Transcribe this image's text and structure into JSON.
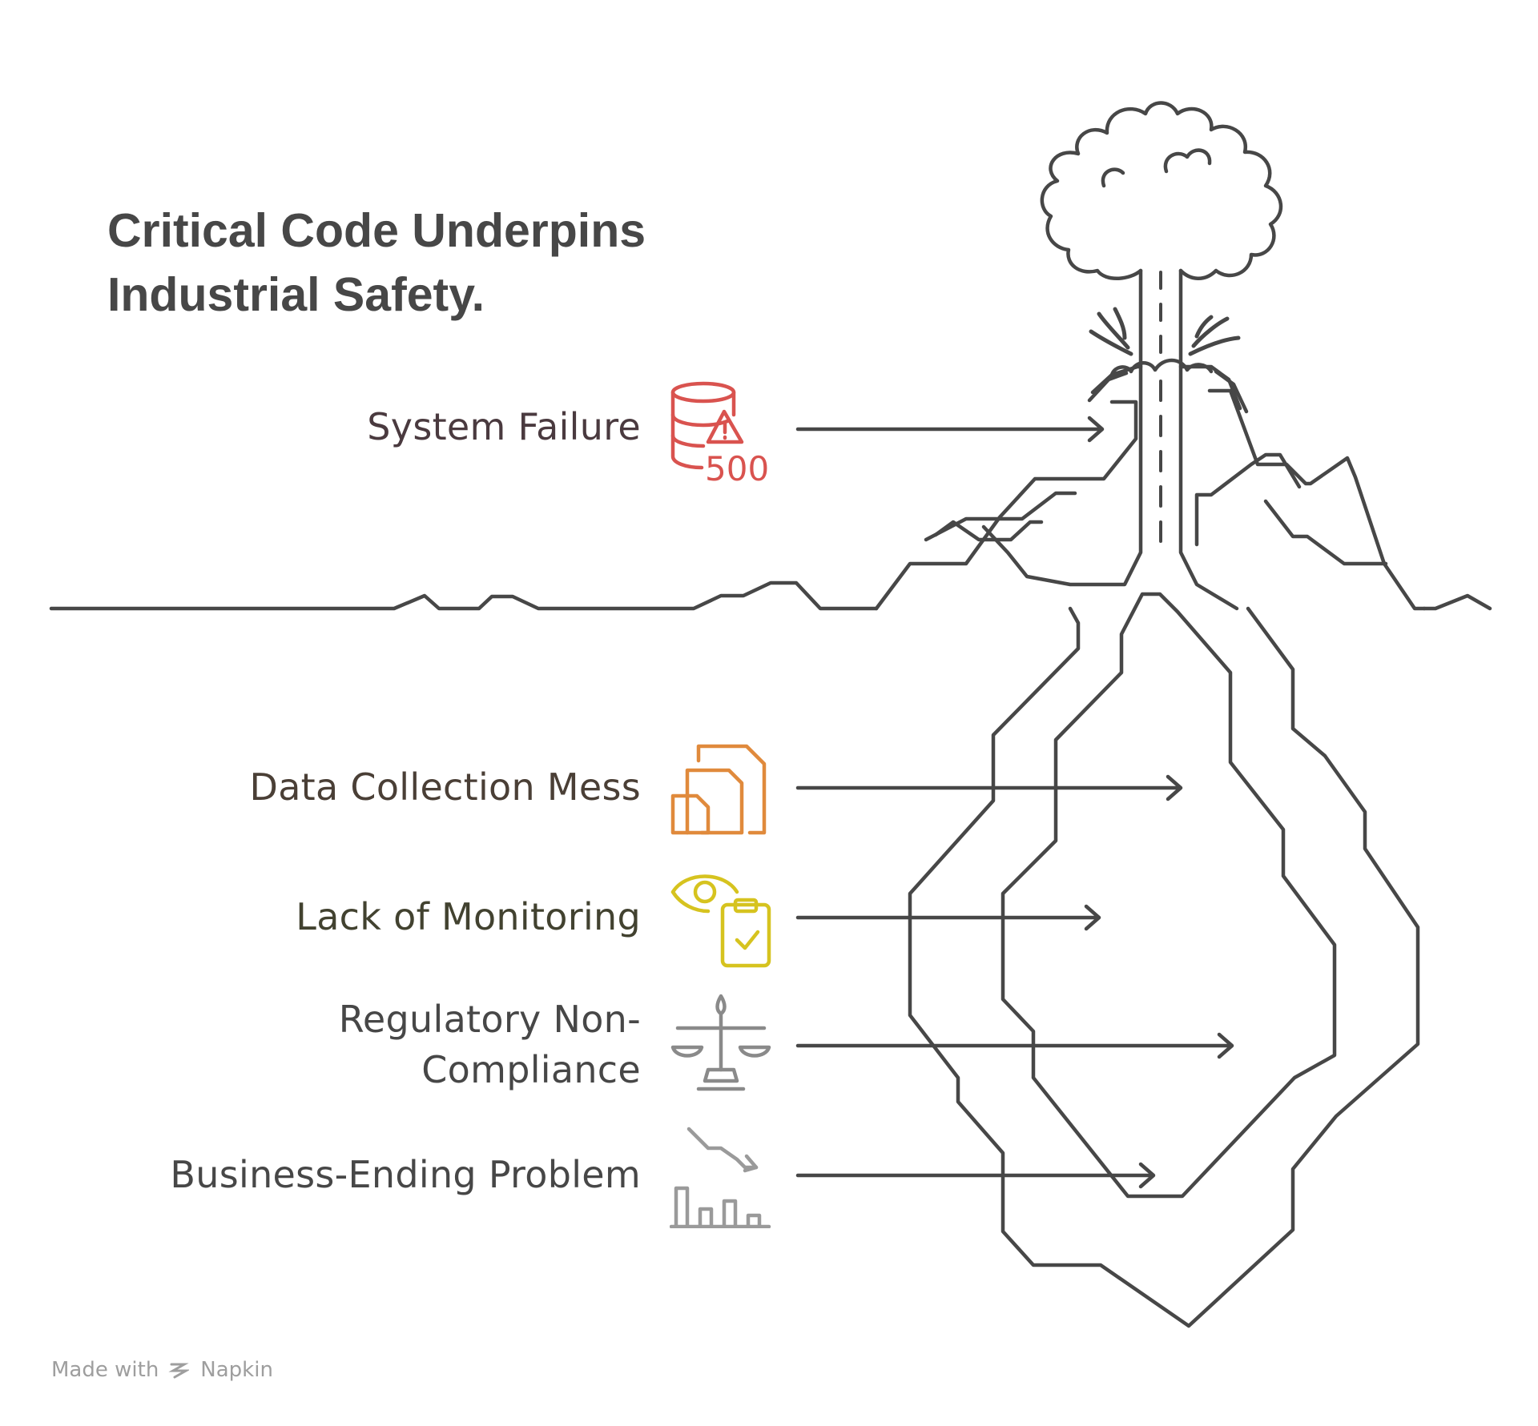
{
  "title": {
    "line1": "Critical Code Underpins",
    "line2": "Industrial Safety."
  },
  "items": [
    {
      "label": "System Failure",
      "icon": "database-warning-500-icon",
      "color": "#d9534f",
      "badge": "500"
    },
    {
      "label": "Data Collection Mess",
      "icon": "files-icon",
      "color": "#e08a3c"
    },
    {
      "label": "Lack of Monitoring",
      "icon": "eye-clipboard-icon",
      "color": "#d6c31f"
    },
    {
      "label_line1": "Regulatory Non-",
      "label_line2": "Compliance",
      "icon": "scales-icon",
      "color": "#8a8a8a"
    },
    {
      "label": "Business-Ending Problem",
      "icon": "declining-chart-icon",
      "color": "#9a9a9a"
    }
  ],
  "label_colors": [
    "#4a3a3f",
    "#4a3f36",
    "#424230",
    "#474747",
    "#474747"
  ],
  "illustration": "volcano-iceberg-illustration",
  "footer": {
    "prefix": "Made with",
    "brand": "Napkin"
  }
}
